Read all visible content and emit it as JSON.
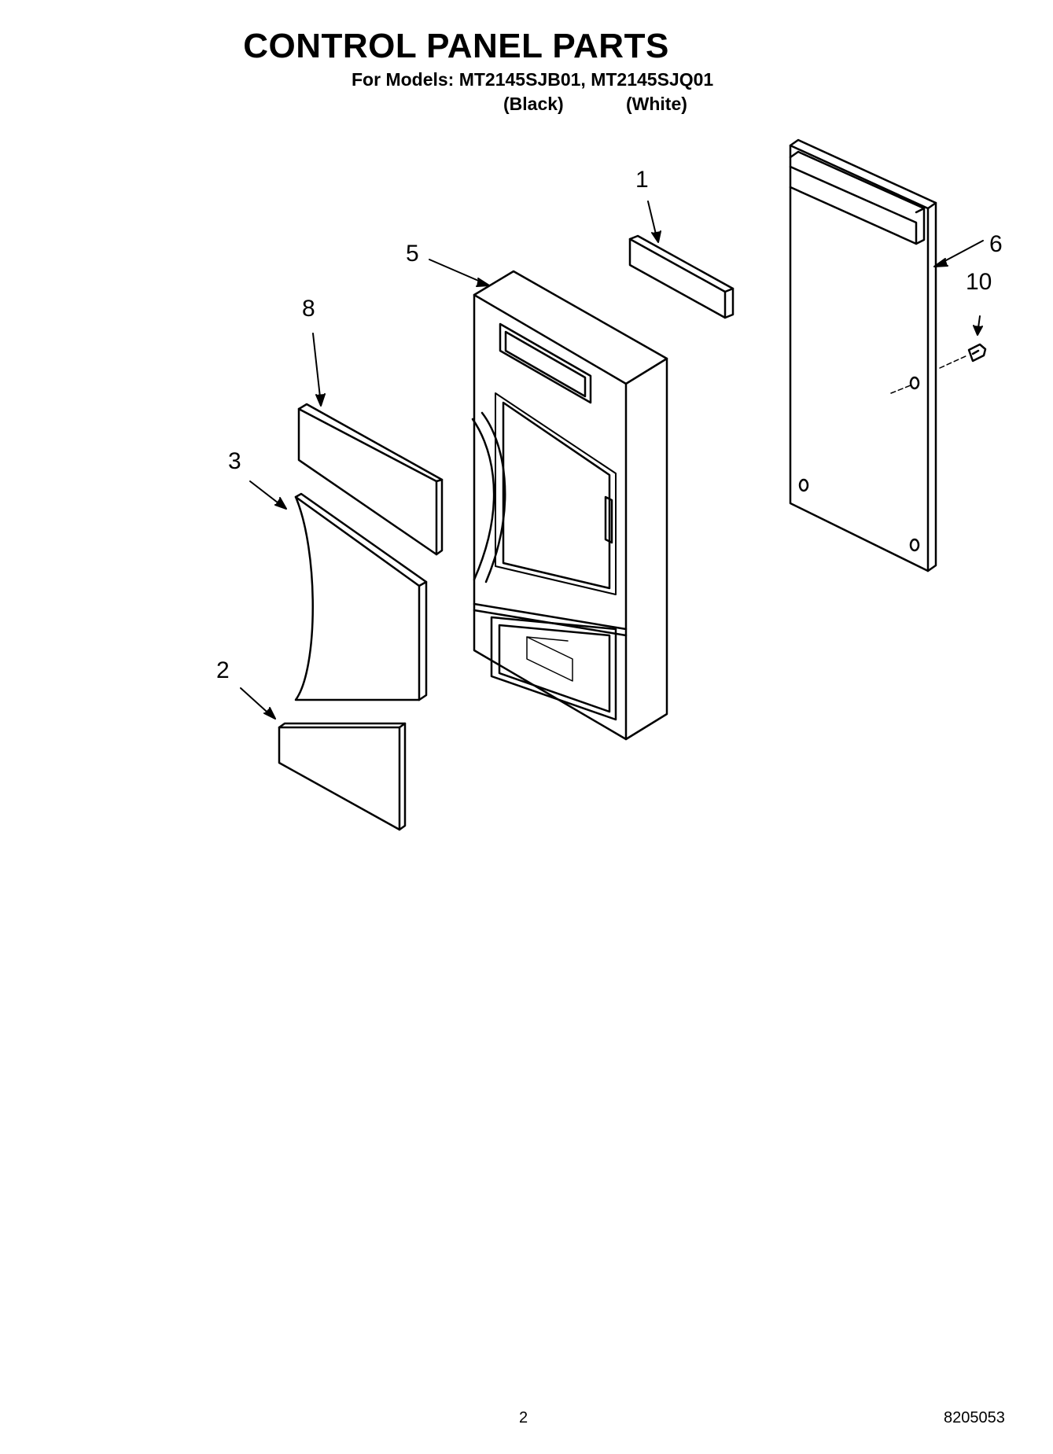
{
  "header": {
    "title": "CONTROL PANEL PARTS",
    "models": "For Models: MT2145SJB01, MT2145SJQ01",
    "variant_black": "(Black)",
    "variant_white": "(White)"
  },
  "callouts": [
    "1",
    "2",
    "3",
    "5",
    "6",
    "8",
    "10"
  ],
  "footer": {
    "page_number": "2",
    "doc_number": "8205053"
  }
}
